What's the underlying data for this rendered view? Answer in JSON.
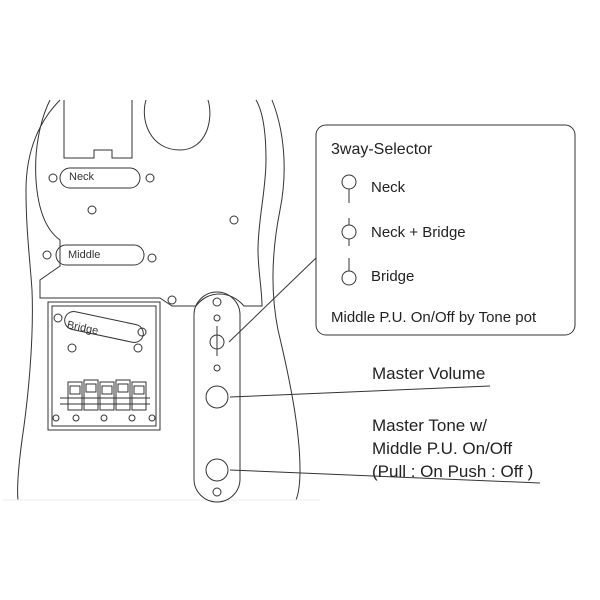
{
  "pickups": {
    "neck": "Neck",
    "middle": "Middle",
    "bridge": "Bridge"
  },
  "selector_box": {
    "title": "3way-Selector",
    "positions": [
      "Neck",
      "Neck + Bridge",
      "Bridge"
    ],
    "footnote": "Middle P.U.  On/Off  by Tone pot"
  },
  "callouts": {
    "master_volume": "Master Volume",
    "master_tone_line1": "Master Tone w/",
    "master_tone_line2": "Middle P.U. On/Off",
    "master_tone_line3": "(Pull : On Push : Off )"
  },
  "colors": {
    "stroke": "#333333",
    "background": "#ffffff"
  }
}
